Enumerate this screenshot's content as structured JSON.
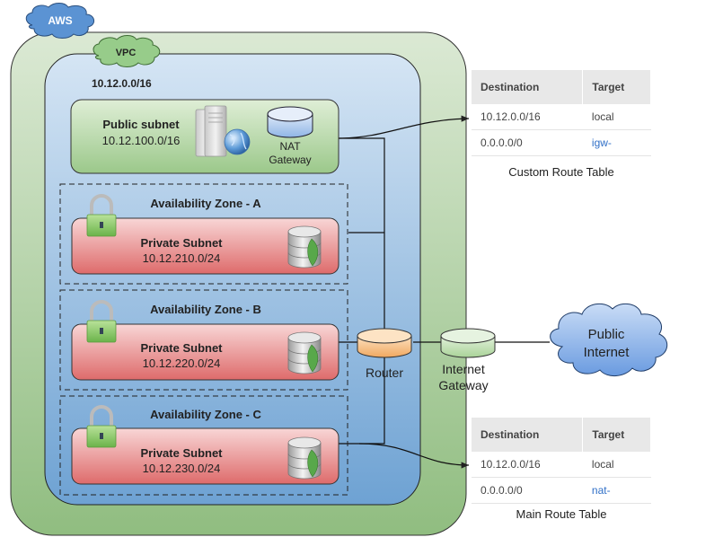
{
  "aws": {
    "label": "AWS"
  },
  "vpc": {
    "label": "VPC",
    "cidr": "10.12.0.0/16"
  },
  "public_subnet": {
    "title": "Public subnet",
    "cidr": "10.12.100.0/16",
    "nat_gateway_label_1": "NAT",
    "nat_gateway_label_2": "Gateway"
  },
  "zones": [
    {
      "title": "Availability Zone - A",
      "subnet_title": "Private Subnet",
      "cidr": "10.12.210.0/24"
    },
    {
      "title": "Availability Zone - B",
      "subnet_title": "Private Subnet",
      "cidr": "10.12.220.0/24"
    },
    {
      "title": "Availability Zone - C",
      "subnet_title": "Private Subnet",
      "cidr": "10.12.230.0/24"
    }
  ],
  "router": {
    "label": "Router"
  },
  "internet_gateway": {
    "label_1": "Internet",
    "label_2": "Gateway"
  },
  "public_internet": {
    "label_1": "Public",
    "label_2": "Internet"
  },
  "custom_route_table": {
    "caption": "Custom Route Table",
    "headers": [
      "Destination",
      "Target"
    ],
    "rows": [
      {
        "destination": "10.12.0.0/16",
        "target": "local"
      },
      {
        "destination": "0.0.0.0/0",
        "target": "igw-"
      }
    ]
  },
  "main_route_table": {
    "caption": "Main Route Table",
    "headers": [
      "Destination",
      "Target"
    ],
    "rows": [
      {
        "destination": "10.12.0.0/16",
        "target": "local"
      },
      {
        "destination": "0.0.0.0/0",
        "target": "nat-"
      }
    ]
  },
  "colors": {
    "aws_cloud": "#5b93d3",
    "vpc_cloud": "#97cc8a",
    "aws_region_top": "#dbe9d4",
    "aws_region_bottom": "#93c084",
    "vpc_region_top": "#d3e3f3",
    "vpc_region_bottom": "#6fa3d3",
    "public_subnet_top": "#dcecd2",
    "public_subnet_bottom": "#9cc98a",
    "private_subnet_top": "#f6d0d0",
    "private_subnet_bottom": "#df6e6e",
    "router": "#f3b56f",
    "internet_gateway": "#b7dca6",
    "public_internet_cloud": "#8db8ec",
    "link_blue": "#2f6fc7"
  }
}
